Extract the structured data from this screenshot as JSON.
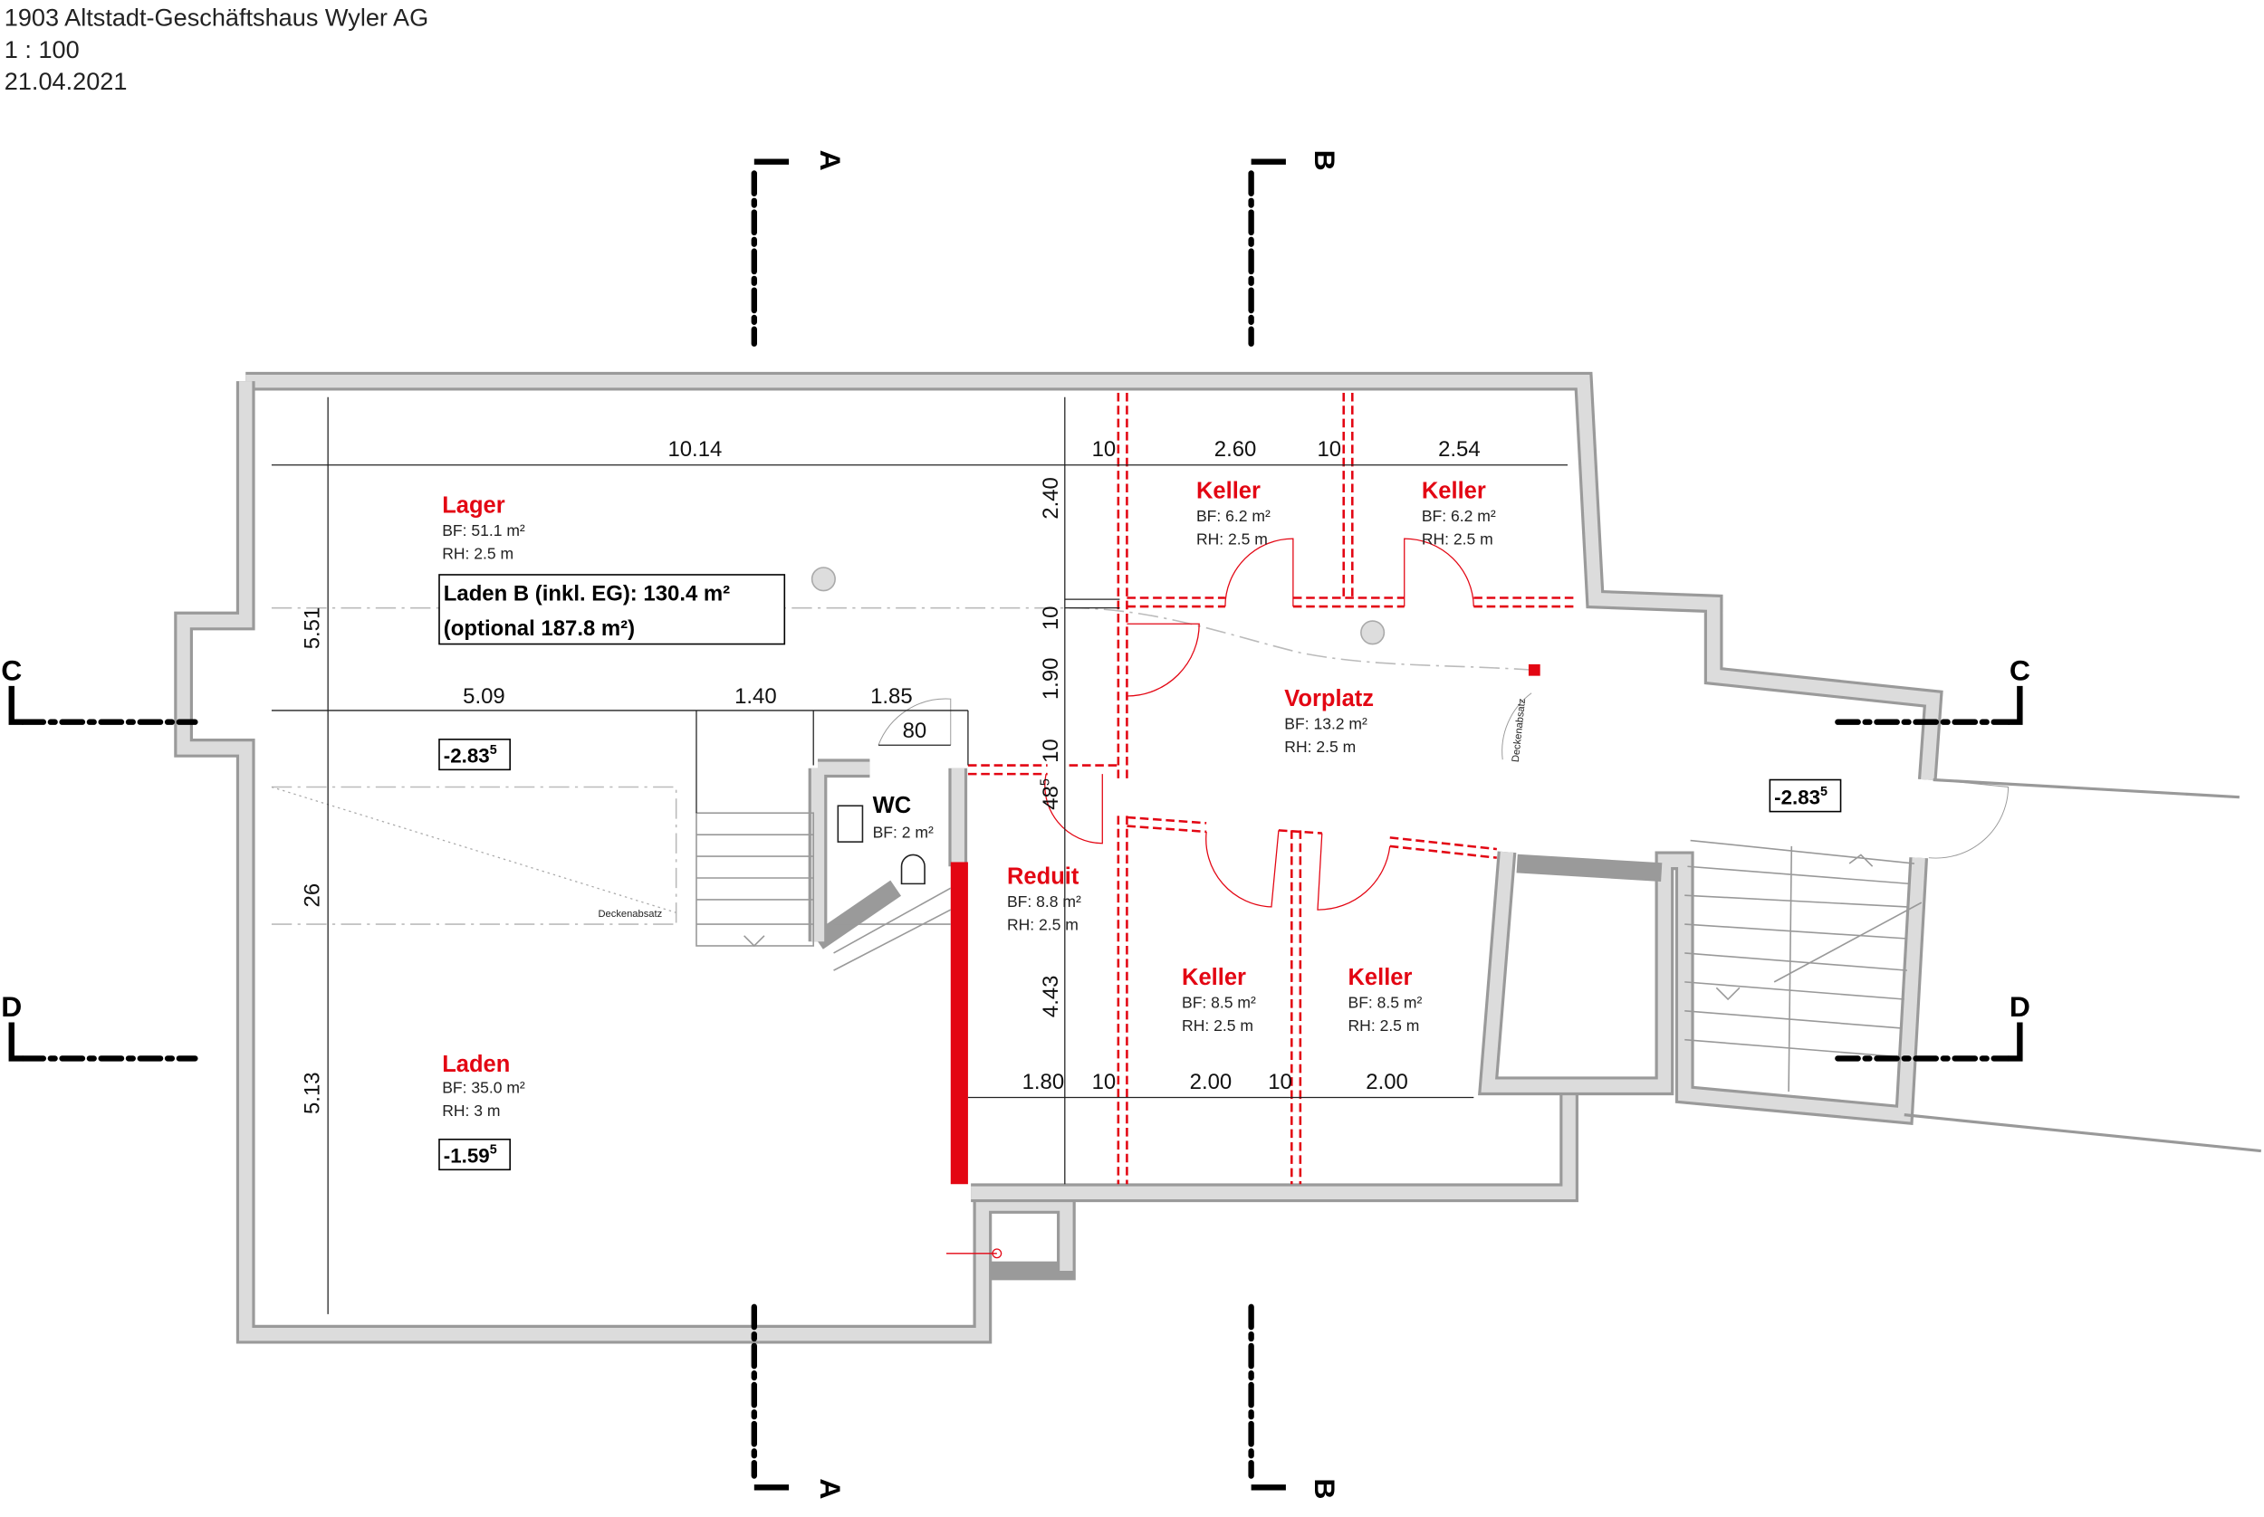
{
  "header": {
    "project": "1903 Altstadt-Geschäftshaus Wyler AG",
    "scale": "1 : 100",
    "date": "21.04.2021"
  },
  "sections": {
    "a": "A",
    "b": "B",
    "c": "C",
    "d": "D"
  },
  "dimensions": {
    "top": [
      "10.14",
      "10",
      "2.60",
      "10",
      "2.54"
    ],
    "middle": [
      "5.09",
      "1.40",
      "1.85",
      "80"
    ],
    "bottom": [
      "1.80",
      "10",
      "2.00",
      "10",
      "2.00"
    ],
    "left_vertical": [
      "5.51",
      "26",
      "5.13"
    ],
    "center_vertical": [
      "2.40",
      "10",
      "1.90",
      "10",
      "4.43"
    ],
    "center_vertical_sup": {
      "value": "48",
      "sup": "5"
    }
  },
  "rooms": [
    {
      "name": "Lager",
      "bf": "BF: 51.1 m²",
      "rh": "RH: 2.5 m"
    },
    {
      "name": "Keller",
      "bf": "BF: 6.2 m²",
      "rh": "RH: 2.5 m"
    },
    {
      "name": "Keller",
      "bf": "BF: 6.2 m²",
      "rh": "RH: 2.5 m"
    },
    {
      "name": "Vorplatz",
      "bf": "BF: 13.2 m²",
      "rh": "RH: 2.5 m"
    },
    {
      "name": "WC",
      "bf": "BF: 2 m²"
    },
    {
      "name": "Reduit",
      "bf": "BF: 8.8 m²",
      "rh": "RH: 2.5 m"
    },
    {
      "name": "Keller",
      "bf": "BF: 8.5 m²",
      "rh": "RH: 2.5 m"
    },
    {
      "name": "Keller",
      "bf": "BF: 8.5 m²",
      "rh": "RH: 2.5 m"
    },
    {
      "name": "Laden",
      "bf": "BF: 35.0 m²",
      "rh": "RH: 3 m"
    }
  ],
  "area_box": {
    "line1": "Laden B (inkl. EG): 130.4 m²",
    "line2": "(optional 187.8 m²)"
  },
  "levels": [
    {
      "value": "-2.83",
      "sup": "5"
    },
    {
      "value": "-1.59",
      "sup": "5"
    },
    {
      "value": "-2.83",
      "sup": "5"
    }
  ],
  "notes": {
    "ceiling_step": "Deckenabsatz"
  },
  "colors": {
    "accent": "#e30613",
    "wall": "#dcdcdc",
    "wall_edge": "#9a9a9a"
  }
}
